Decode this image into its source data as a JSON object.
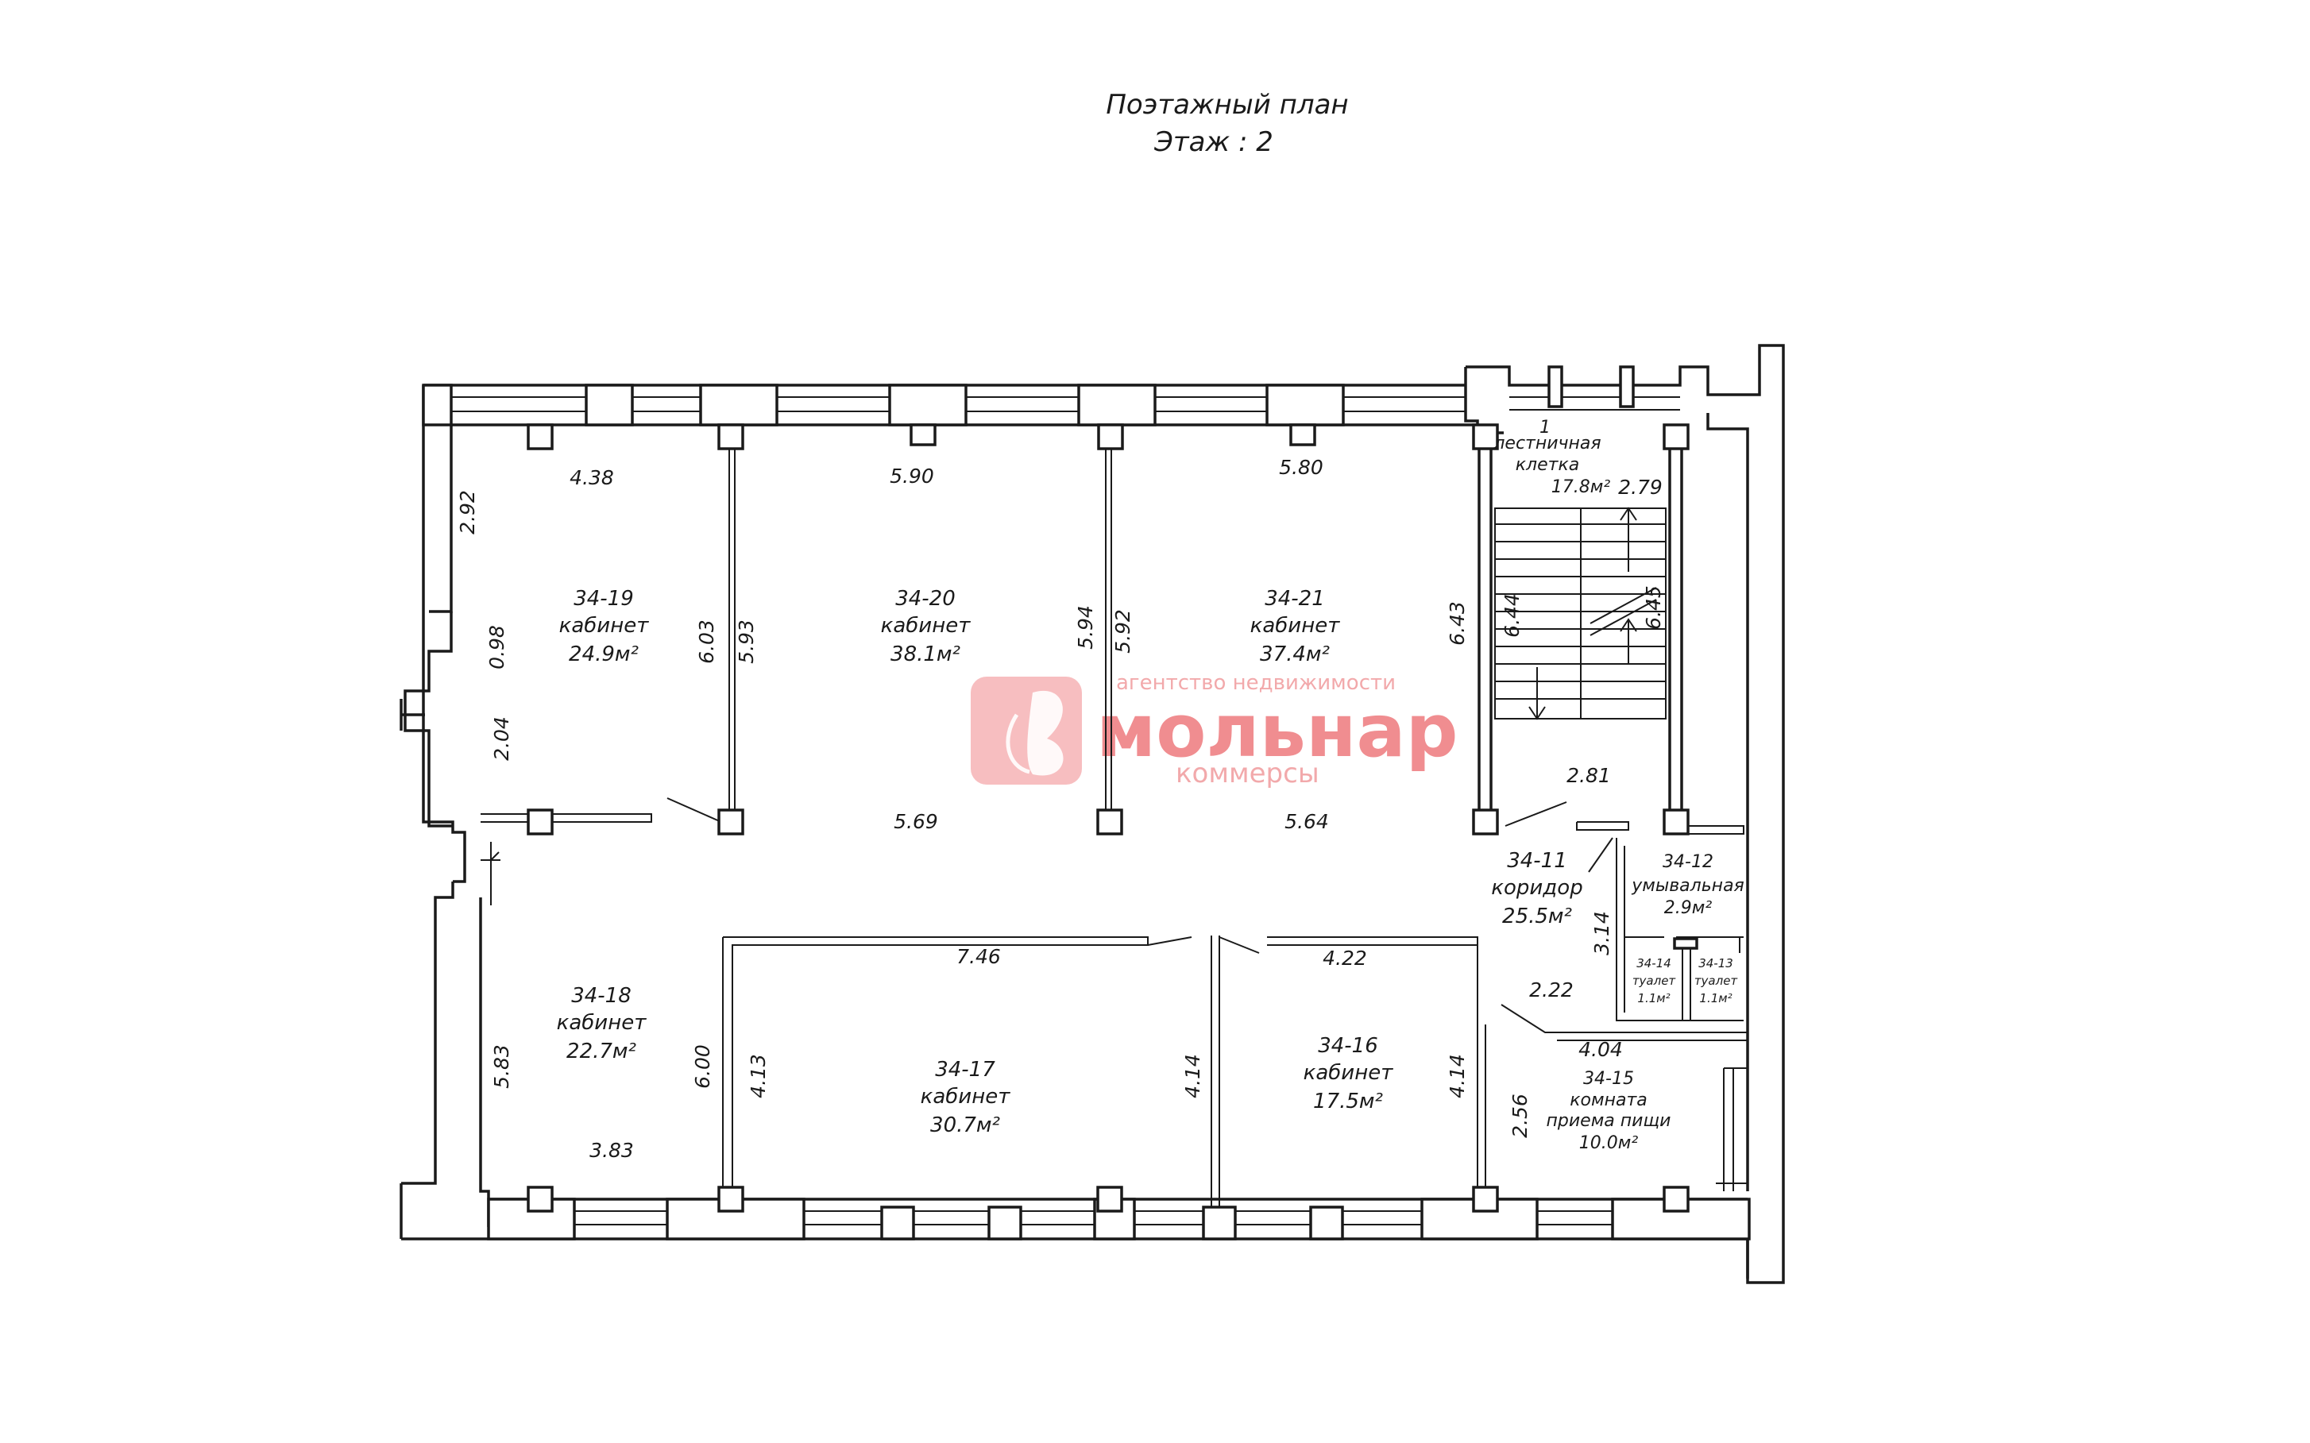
{
  "title": {
    "line1": "Поэтажный план",
    "line2": "Этаж : 2"
  },
  "watermark": {
    "top": "агентство недвижимости",
    "main": "мольнар",
    "sub": "коммерсы",
    "color": "#f08d90",
    "icon": "butterfly-logo-icon"
  },
  "rooms": [
    {
      "id": "34-19",
      "name": "кабинет",
      "area": "24.9м²"
    },
    {
      "id": "34-20",
      "name": "кабинет",
      "area": "38.1м²"
    },
    {
      "id": "34-21",
      "name": "кабинет",
      "area": "37.4м²"
    },
    {
      "id": "1",
      "name": "лестничная клетка",
      "area": "17.8м²"
    },
    {
      "id": "34-11",
      "name": "коридор",
      "area": "25.5м²"
    },
    {
      "id": "34-12",
      "name": "умывальная",
      "area": "2.9м²"
    },
    {
      "id": "34-14",
      "name": "туалет",
      "area": "1.1м²"
    },
    {
      "id": "34-13",
      "name": "туалет",
      "area": "1.1м²"
    },
    {
      "id": "34-18",
      "name": "кабинет",
      "area": "22.7м²"
    },
    {
      "id": "34-17",
      "name": "кабинет",
      "area": "30.7м²"
    },
    {
      "id": "34-16",
      "name": "кабинет",
      "area": "17.5м²"
    },
    {
      "id": "34-15",
      "name": "комната приема пищи",
      "area": "10.0м²"
    }
  ],
  "stair_room_lines": [
    "лестничная",
    "клетка"
  ],
  "dining_room_lines": [
    "комната",
    "приема пищи"
  ],
  "dimensions": {
    "r19_top": "4.38",
    "r20_top": "5.90",
    "r21_top": "5.80",
    "r19_left_top": "2.92",
    "r19_left_mid": "0.98",
    "r19_left_bot": "2.04",
    "r19_right": "6.03",
    "r20_left": "5.93",
    "r20_right": "5.94",
    "r21_left": "5.92",
    "r21_right": "6.43",
    "stair_a": "6.44",
    "stair_b": "6.45",
    "stair_top": "2.79",
    "stair_bot": "2.81",
    "r20_bot": "5.69",
    "r21_bot": "5.64",
    "r17_top": "7.46",
    "r16_top": "4.22",
    "r18_left": "5.83",
    "r18_right": "6.00",
    "r18_bot": "3.83",
    "r17_left": "4.13",
    "r17_right": "4.14",
    "r16_right": "4.14",
    "corr_right": "3.14",
    "corr_bot": "2.22",
    "r15_top": "4.04",
    "r15_left": "2.56"
  }
}
